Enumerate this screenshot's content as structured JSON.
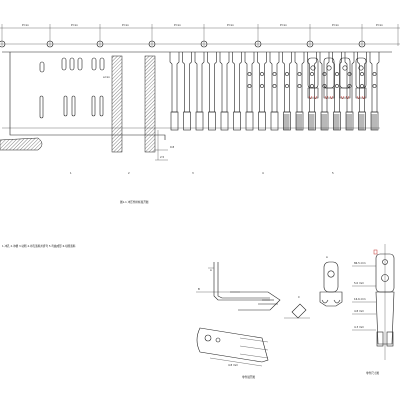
{
  "strip_top_dims": [
    "P=xx",
    "P=xx",
    "P=xx",
    "P=xx",
    "P=xx",
    "P=xx",
    "P=xx",
    "P=xx"
  ],
  "stage_numbers": [
    "1",
    "2",
    "3",
    "4",
    "5"
  ],
  "strip_caption": "图1-1 冲压件排样展开图",
  "station_legend": "1.冲孔 2.冲槽 3.切断 4.冲孔落料并折弯 5.弯曲成形 6.切断落料",
  "labels": {
    "a_dim": "a=xx",
    "right_dim1": "0.8",
    "right_dim2": "2.5",
    "view_a": "A",
    "view_b": "B",
    "view_c": "C"
  },
  "detail_dims": {
    "d1": "86.5 mm",
    "d2": "5.0 mm",
    "d3": "16.6 mm",
    "d4": "4.8 mm",
    "d5": "4.3 mm"
  },
  "captions": {
    "middle": "零件展开图",
    "right": "零件尺寸图"
  }
}
